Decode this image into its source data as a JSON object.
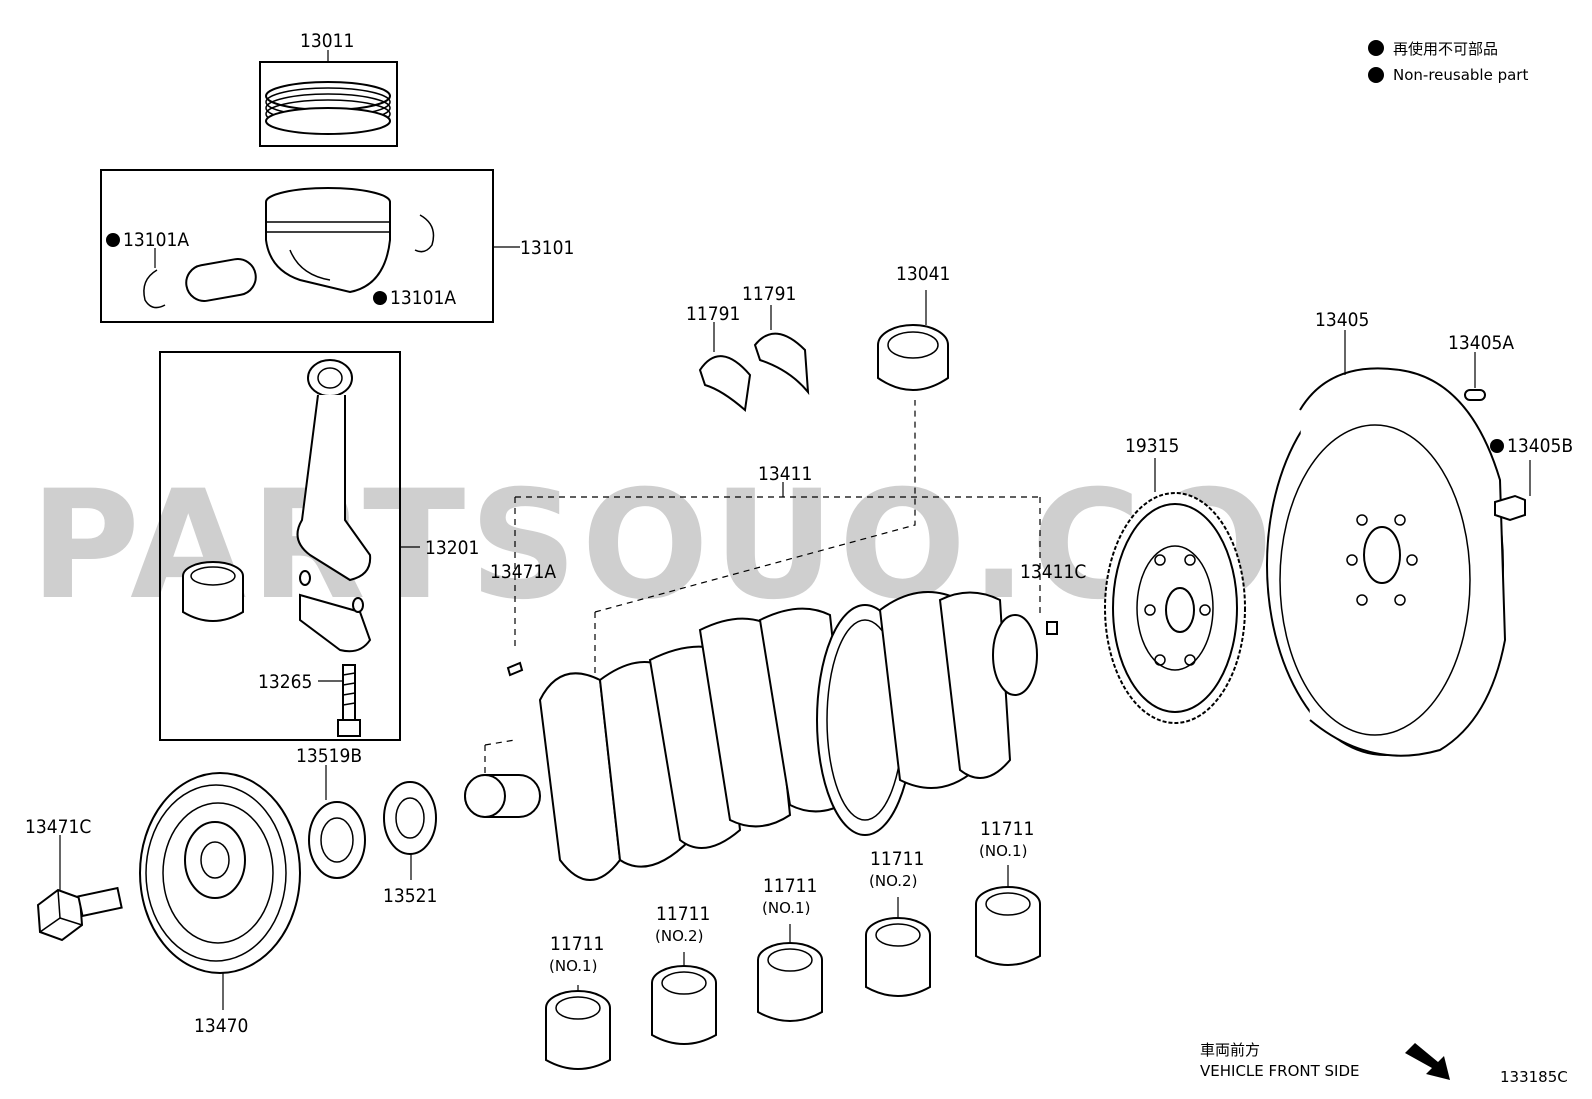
{
  "watermark": "PARTSOUQ.COM",
  "legend": [
    {
      "jp": "再使用不可部品"
    },
    {
      "en": "Non-reusable part"
    }
  ],
  "front_note": {
    "jp": "車両前方",
    "en": "VEHICLE FRONT SIDE"
  },
  "diagram_code": "133185C",
  "parts": {
    "p13011": "13011",
    "p13101": "13101",
    "p13101A_1": "13101A",
    "p13101A_2": "13101A",
    "p13201": "13201",
    "p13265": "13265",
    "p13519B": "13519B",
    "p13521": "13521",
    "p13470": "13470",
    "p13471C": "13471C",
    "p13471A": "13471A",
    "p13411": "13411",
    "p13411C": "13411C",
    "p11791_a": "11791",
    "p11791_b": "11791",
    "p13041": "13041",
    "p19315": "19315",
    "p13405": "13405",
    "p13405A": "13405A",
    "p13405B": "13405B",
    "p11711_1": "11711",
    "p11711_2": "11711",
    "p11711_3": "11711",
    "p11711_4": "11711",
    "p11711_5": "11711"
  },
  "bearing_notes": {
    "n1": "(NO.1)",
    "n2": "(NO.2)",
    "n3": "(NO.1)",
    "n4": "(NO.2)",
    "n5": "(NO.1)"
  }
}
